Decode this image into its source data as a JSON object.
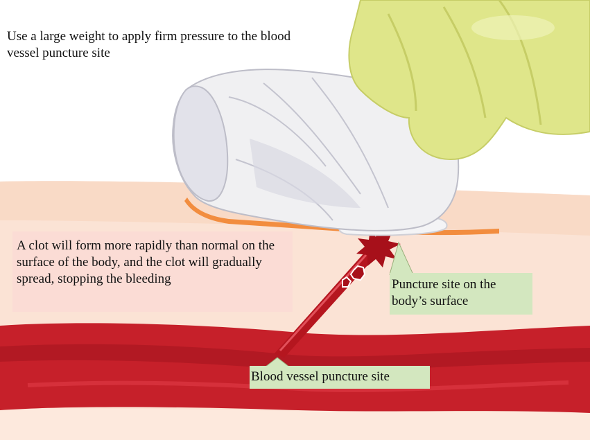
{
  "labels": {
    "instruction": "Use a large weight to apply firm pressure to the blood vessel puncture site",
    "clot_note": "A clot will form more rapidly than normal on the surface of the body, and the clot will gradually spread, stopping the bleeding",
    "surface_site": "Puncture site on the body’s surface",
    "vessel_site": "Blood vessel puncture site"
  },
  "colors": {
    "skin": "#fbe3d5",
    "skin_edge": "#f6c7a4",
    "dermis": "#f28d3f",
    "vessel": "#c6202a",
    "vessel_dark": "#a3141d",
    "glove": "#dfe68a",
    "gauze": "#f0f0f2",
    "clot": "#a7101a",
    "label_green": "#d3e7bf",
    "label_pink": "#fbdbd5"
  }
}
